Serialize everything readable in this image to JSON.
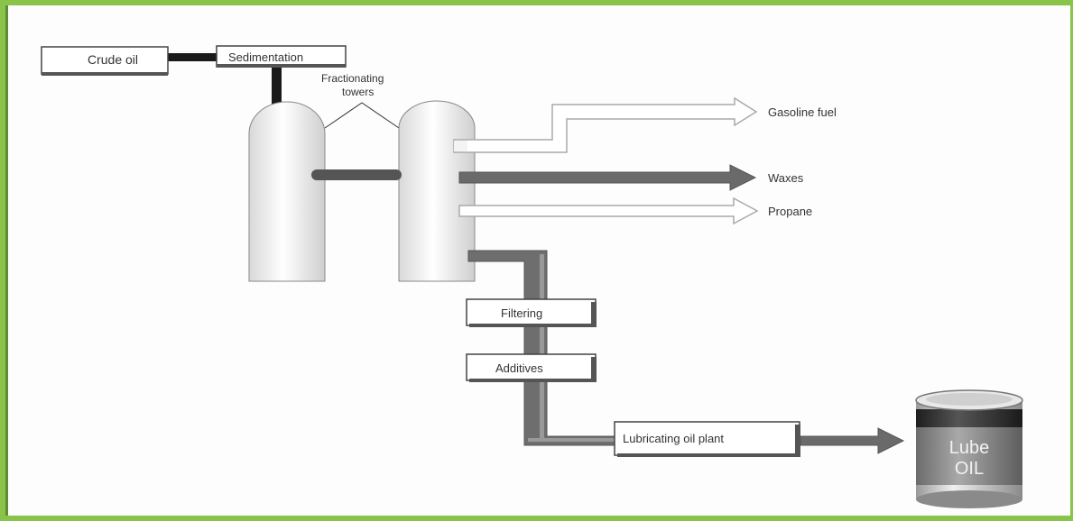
{
  "colors": {
    "frame": "#8ac34a",
    "pipe_dark": "#5a5a5a",
    "pipe_mid": "#777777",
    "arrow_light": "#ffffff"
  },
  "nodes": {
    "crude_oil": "Crude oil",
    "sedimentation": "Sedimentation",
    "fractionating_towers": [
      "Fractionating",
      "towers"
    ],
    "filtering": "Filtering",
    "additives": "Additives",
    "lubricating_oil_plant": "Lubricating oil plant"
  },
  "outputs": {
    "gasoline": "Gasoline fuel",
    "waxes": "Waxes",
    "propane": "Propane"
  },
  "can_label": [
    "Lube",
    "OIL"
  ]
}
